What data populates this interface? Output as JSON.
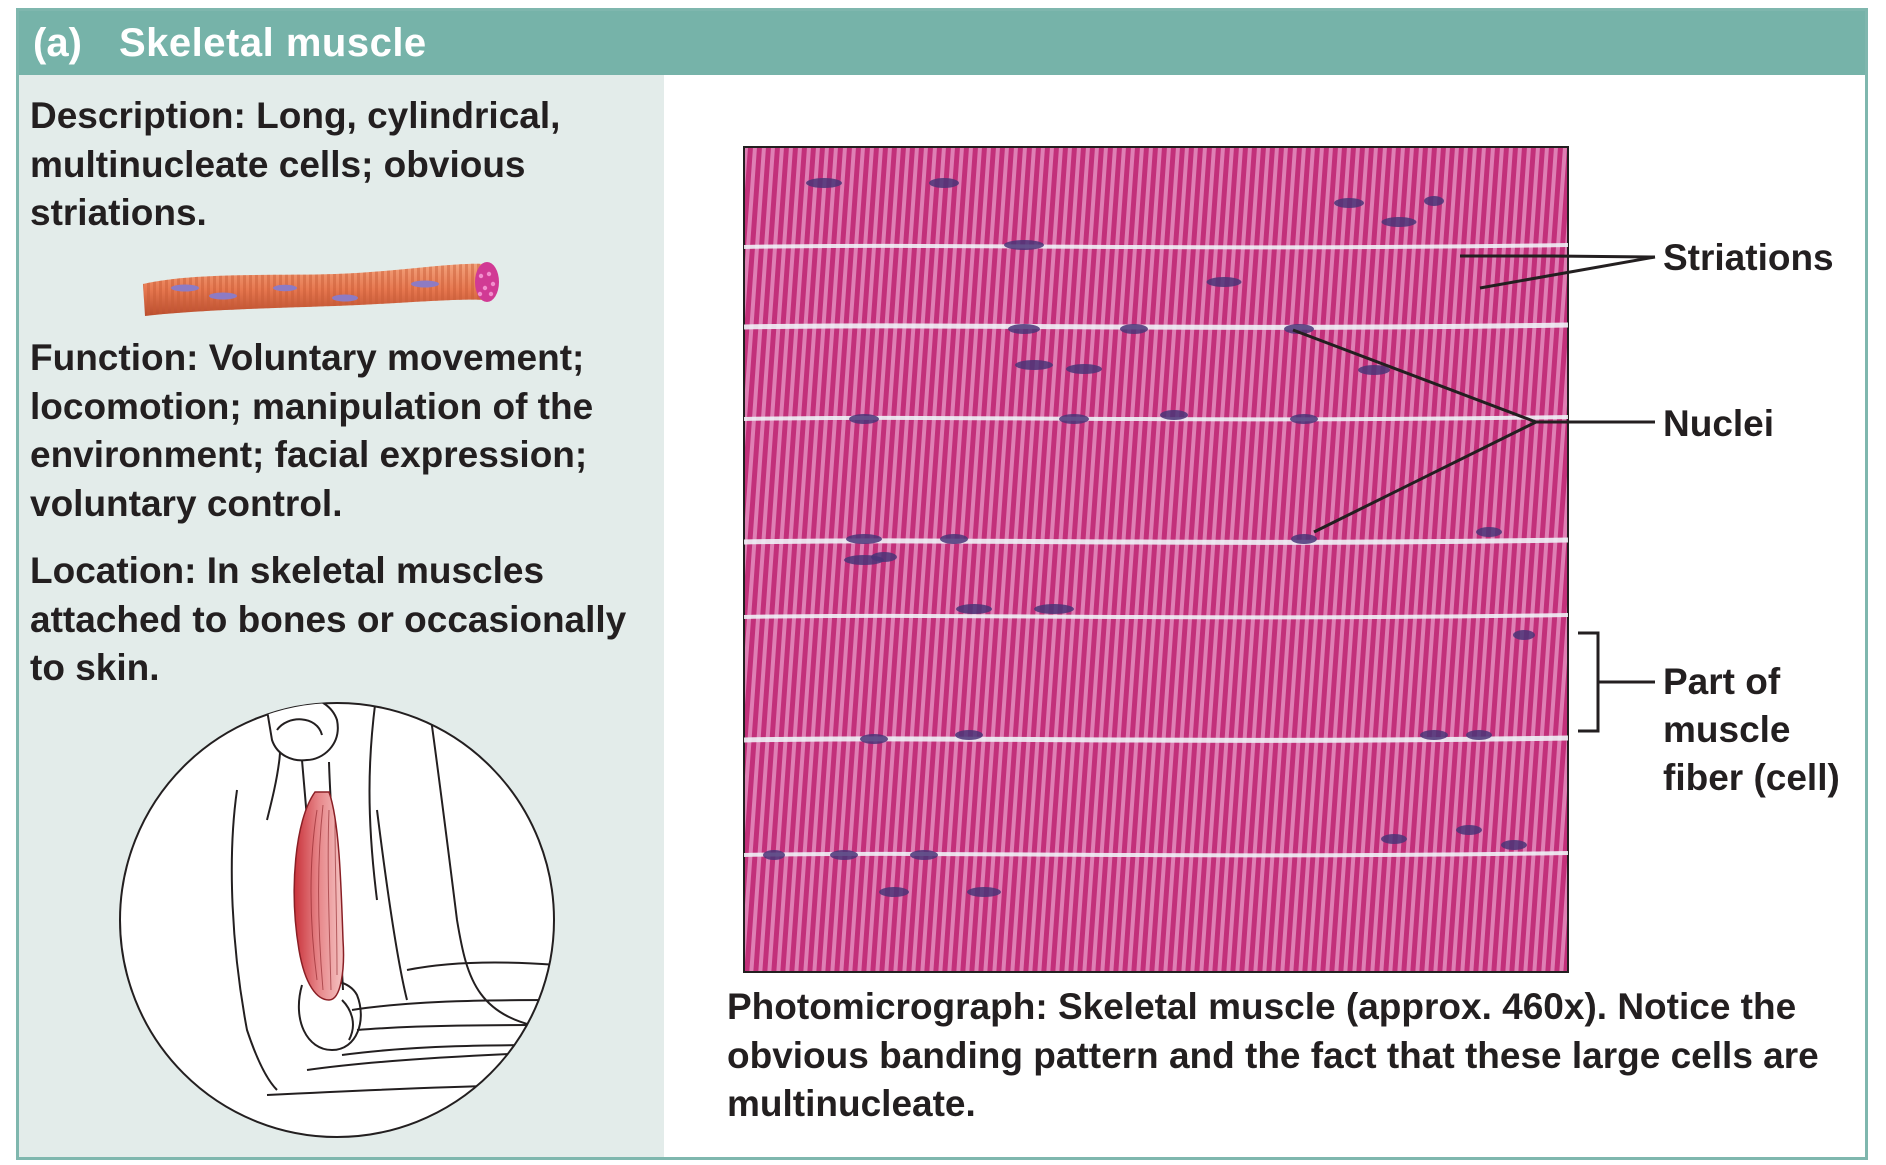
{
  "header": {
    "tag": "(a)",
    "title": "Skeletal muscle"
  },
  "left": {
    "description": {
      "heading": "Description:",
      "text": "Long, cylindrical, multinucleate cells; obvious striations."
    },
    "function": {
      "heading": "Function:",
      "text": "Voluntary movement; locomotion; manipulation of the environment; facial expression; voluntary control."
    },
    "location": {
      "heading": "Location:",
      "text": "In skeletal muscles attached to bones or occasionally to skin."
    }
  },
  "labels": {
    "striations": "Striations",
    "nuclei": "Nuclei",
    "fiber_line1": "Part of",
    "fiber_line2": "muscle",
    "fiber_line3": "fiber (cell)"
  },
  "caption": {
    "heading": "Photomicrograph:",
    "text": "Skeletal muscle (approx. 460x). Notice the obvious banding pattern and the fact that these large cells are multinucleate."
  },
  "icons": [
    "muscle-fiber-icon",
    "arm-biceps-illustration"
  ],
  "colors": {
    "header_bg": "#76b3a9",
    "left_panel_bg": "#e3ecea",
    "fiber_pink": "#c2307a",
    "nucleus_purple": "#4a3578",
    "text": "#231f20"
  }
}
